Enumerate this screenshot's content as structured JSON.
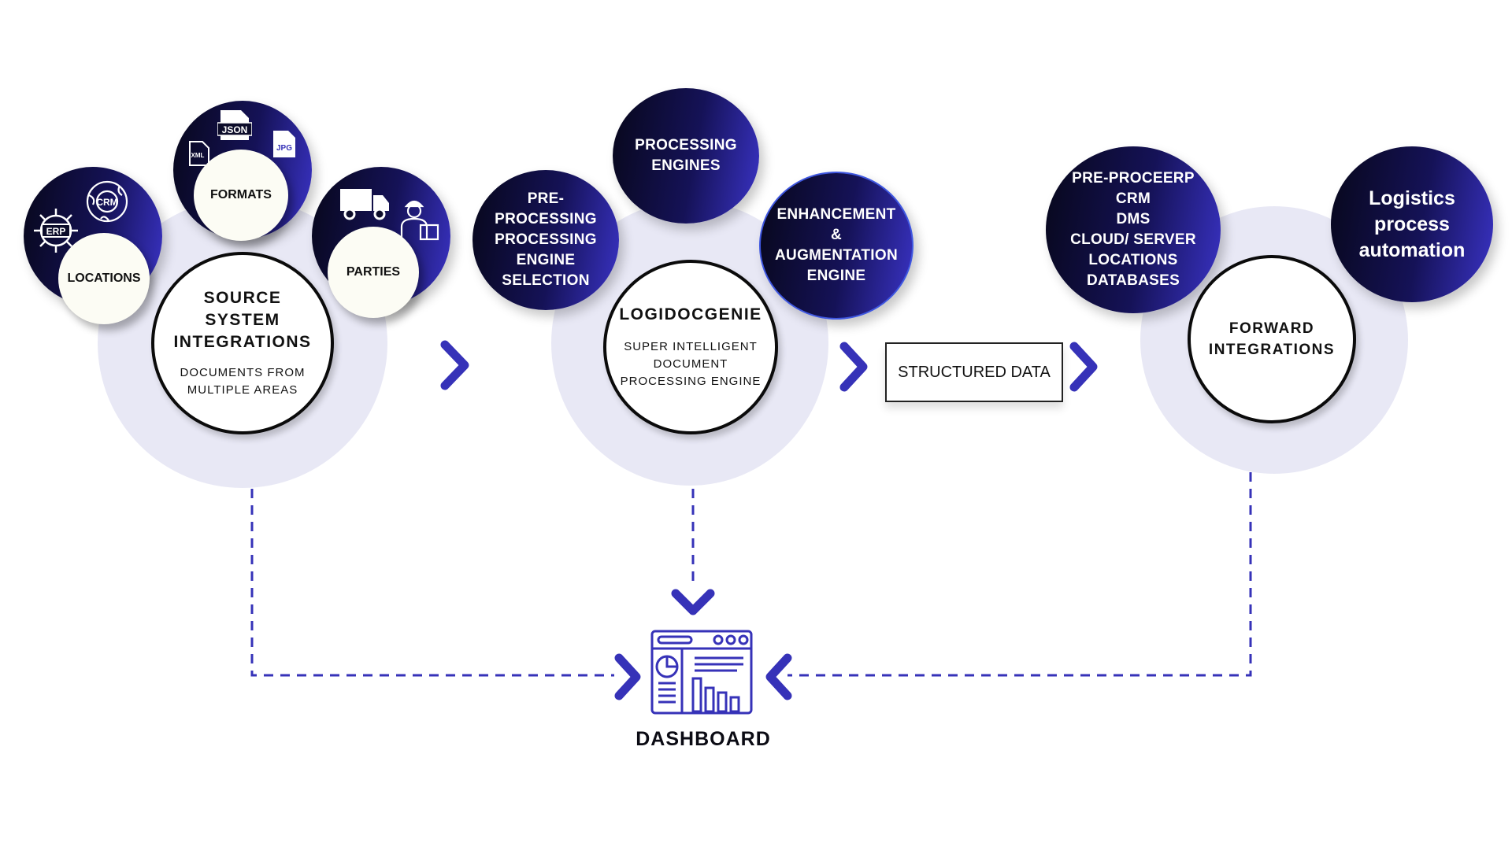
{
  "colors": {
    "accent": "#3632b8",
    "dark": "#0c0c2a",
    "halo": "#e8e8f5",
    "cream": "#fcfcf4"
  },
  "source": {
    "title_lines": [
      "SOURCE",
      "SYSTEM",
      "INTEGRATIONS"
    ],
    "subtitle_lines": [
      "DOCUMENTS FROM",
      "MULTIPLE AREAS"
    ],
    "locations": {
      "label": "LOCATIONS",
      "icons": [
        "erp-gear-icon",
        "crm-globe-icon"
      ]
    },
    "formats": {
      "label": "FORMATS",
      "icons": [
        "json-file-icon",
        "jpg-file-icon",
        "xml-file-icon"
      ],
      "json": "JSON",
      "jpg": "JPG",
      "xml": "XML"
    },
    "parties": {
      "label": "PARTIES",
      "icons": [
        "truck-icon",
        "delivery-person-icon"
      ]
    },
    "icon_texts": {
      "erp": "ERP",
      "crm": "CRM"
    }
  },
  "engine": {
    "title": "LOGIDOCGENIE",
    "subtitle_lines": [
      "SUPER INTELLIGENT",
      "DOCUMENT",
      "PROCESSING ENGINE"
    ],
    "preprocessing_lines": [
      "PRE-",
      "PROCESSING",
      "PROCESSING",
      "ENGINE",
      "SELECTION"
    ],
    "processing_lines": [
      "PROCESSING",
      "ENGINES"
    ],
    "enhancement_lines": [
      "ENHANCEMENT",
      "&",
      "AUGMENTATION",
      "ENGINE"
    ]
  },
  "structured_data": "STRUCTURED DATA",
  "forward": {
    "title_lines": [
      "FORWARD",
      "INTEGRATIONS"
    ],
    "targets_lines": [
      "PRE-PROCEERP",
      "CRM",
      "DMS",
      "CLOUD/ SERVER",
      "LOCATIONS",
      "DATABASES"
    ],
    "logistics_lines": [
      "Logistics",
      "process",
      "automation"
    ]
  },
  "dashboard": {
    "label": "DASHBOARD",
    "icon": "dashboard-window-icon"
  }
}
